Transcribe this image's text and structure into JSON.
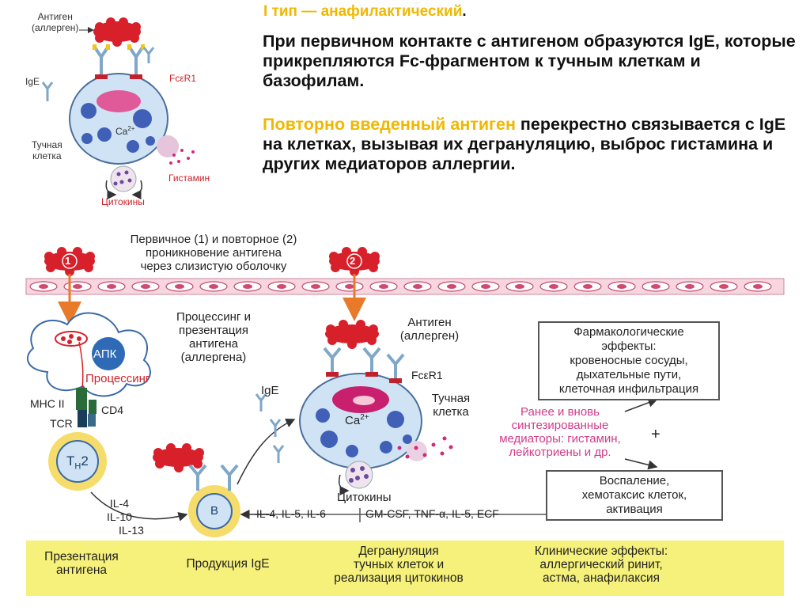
{
  "header": {
    "title": "I тип — анафилактический",
    "title_dot": ".",
    "para1": "При первичном контакте с антигеном образуются IgE, которые прикрепляются Fc-фрагментом к тучным клеткам и базофилам.",
    "para2_highlight": "Повторно введенный антиген",
    "para2_rest": " перекрестно связывается с IgE на клетках, вызывая их дегрануляцию, выброс гистамина и других медиаторов аллергии."
  },
  "small_figure": {
    "antigen_line1": "Антиген",
    "antigen_line2": "(аллерген)",
    "ige": "IgE",
    "fcer1": "FcεR1",
    "mast_line1": "Тучная",
    "mast_line2": "клетка",
    "ca": "Ca",
    "ca_sup": "2+",
    "histamine": "Гистамин",
    "cytokines": "Цитокины"
  },
  "diagram": {
    "entry_line1": "Первичное (1) и повторное (2)",
    "entry_line2": "проникновение антигена",
    "entry_line3": "через слизистую оболочку",
    "marker1": "1",
    "marker2": "2",
    "processing_line1": "Процессинг и",
    "processing_line2": "презентация",
    "processing_line3": "антигена",
    "processing_line4": "(аллергена)",
    "apc": "АПК",
    "processing_word": "Процессинг",
    "mhc": "MHC II",
    "cd4": "CD4",
    "tcr": "TCR",
    "th": "T",
    "th_sub": "H",
    "th_num": "2",
    "il4": "IL-4",
    "il10": "IL-10",
    "il13": "IL-13",
    "b": "B",
    "ige": "IgE",
    "antigen_line1": "Антиген",
    "antigen_line2": "(аллерген)",
    "fcer1": "FcεR1",
    "mast_line1": "Тучная",
    "mast_line2": "клетка",
    "ca": "Ca",
    "ca_sup": "2+",
    "cytokines": "Цитокины",
    "il_b": "IL-4, IL-5, IL-6",
    "gm_csf": "GM-CSF, TNF-α, IL-5, ECF",
    "mediators_line1": "Ранее и вновь",
    "mediators_line2": "синтезированные",
    "mediators_line3": "медиаторы: гистамин,",
    "mediators_line4": "лейкотриены и др.",
    "plus": "+",
    "pharm_line1": "Фармакологические",
    "pharm_line2": "эффекты:",
    "pharm_line3": "кровеносные сосуды,",
    "pharm_line4": "дыхательные пути,",
    "pharm_line5": "клеточная инфильтрация",
    "infl_line1": "Воспаление,",
    "infl_line2": "хемотаксис клеток,",
    "infl_line3": "активация"
  },
  "band": {
    "step1_line1": "Презентация",
    "step1_line2": "антигена",
    "step2": "Продукция IgE",
    "step3_line1": "Дегрануляция",
    "step3_line2": "тучных клеток и",
    "step3_line3": "реализация цитокинов",
    "step4_line1": "Клинические эффекты:",
    "step4_line2": "аллергический ринит,",
    "step4_line3": "астма, анафилаксия"
  },
  "colors": {
    "accent_yellow": "#f0b800",
    "antigen_red": "#d8202a",
    "cell_blue": "#cfe3f5",
    "nucleus_magenta": "#c8206e",
    "band_yellow": "#f6f17a"
  }
}
